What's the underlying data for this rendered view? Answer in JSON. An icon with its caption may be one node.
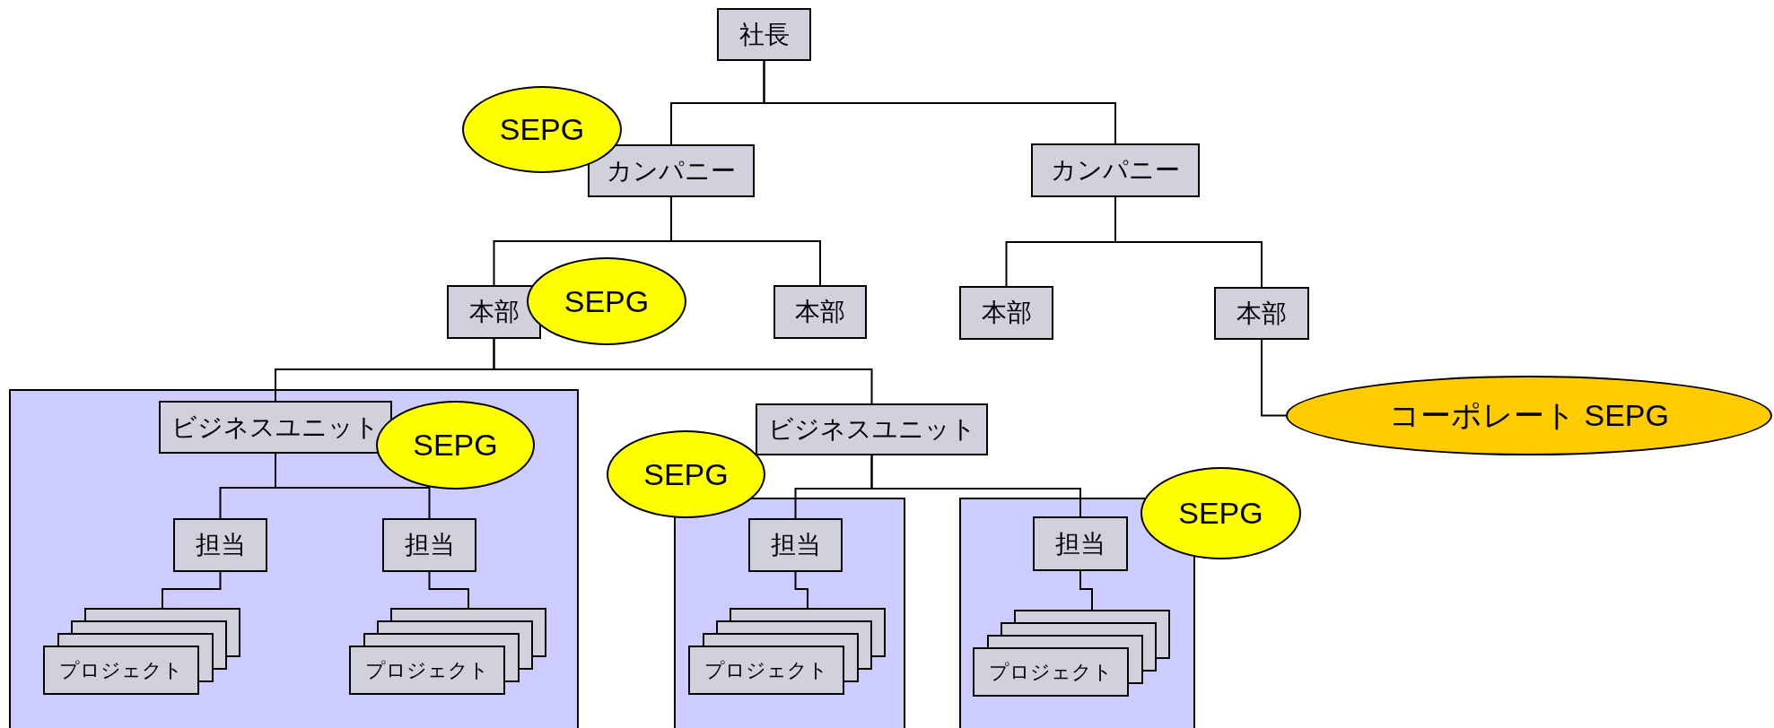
{
  "diagram": {
    "nodes": [
      {
        "text": [
          "社長"
        ]
      },
      {
        "text": [
          "SEPG"
        ]
      },
      {
        "text": [
          "カンパニー"
        ]
      },
      {
        "text": [
          "カンパニー"
        ]
      },
      {
        "text": [
          "SEPG"
        ]
      },
      {
        "text": [
          "本部"
        ]
      },
      {
        "text": [
          "本部"
        ]
      },
      {
        "text": [
          "本部"
        ]
      },
      {
        "text": [
          "本部"
        ]
      },
      {
        "text": [
          "コーポレート SEPG"
        ]
      },
      {
        "text": [],
        "shape": "box"
      },
      {
        "text": [
          "ビジネスユニット"
        ],
        "in": 10
      },
      {
        "text": [
          "SEPG"
        ],
        "in": 10
      },
      {
        "text": [
          "担当"
        ],
        "in": 10
      },
      {
        "text": [
          "担当"
        ],
        "in": 10
      },
      {
        "text": [
          "プロジェクト"
        ],
        "in": 10
      },
      {
        "text": [
          "プロジェクト"
        ],
        "in": 10
      },
      {
        "text": [
          "ビジネスユニット"
        ]
      },
      {
        "text": [
          "SEPG"
        ]
      },
      {
        "text": [],
        "shape": "box"
      },
      {
        "text": [
          "担当"
        ],
        "in": 19
      },
      {
        "text": [
          "プロジェクト"
        ],
        "in": 19
      },
      {
        "text": [],
        "shape": "box"
      },
      {
        "text": [
          "SEPG"
        ]
      },
      {
        "text": [
          "担当"
        ],
        "in": 22
      },
      {
        "text": [
          "プロジェクト"
        ],
        "in": 22
      }
    ],
    "edges": [
      {
        "from": 0,
        "to": 2,
        "arrow": "none"
      },
      {
        "from": 0,
        "to": 3,
        "arrow": "none"
      },
      {
        "from": 2,
        "to": 5,
        "arrow": "none"
      },
      {
        "from": 2,
        "to": 6,
        "arrow": "none"
      },
      {
        "from": 3,
        "to": 7,
        "arrow": "none"
      },
      {
        "from": 3,
        "to": 8,
        "arrow": "none"
      },
      {
        "from": 8,
        "to": 9,
        "arrow": "none"
      },
      {
        "from": 5,
        "to": 11,
        "arrow": "none"
      },
      {
        "from": 5,
        "to": 17,
        "arrow": "none"
      },
      {
        "from": 11,
        "to": 13,
        "arrow": "none"
      },
      {
        "from": 11,
        "to": 14,
        "arrow": "none"
      },
      {
        "from": 13,
        "to": 15,
        "arrow": "none"
      },
      {
        "from": 14,
        "to": 16,
        "arrow": "none"
      },
      {
        "from": 17,
        "to": 20,
        "arrow": "none"
      },
      {
        "from": 17,
        "to": 24,
        "arrow": "none"
      },
      {
        "from": 20,
        "to": 21,
        "arrow": "none"
      },
      {
        "from": 24,
        "to": 25,
        "arrow": "none"
      }
    ]
  }
}
